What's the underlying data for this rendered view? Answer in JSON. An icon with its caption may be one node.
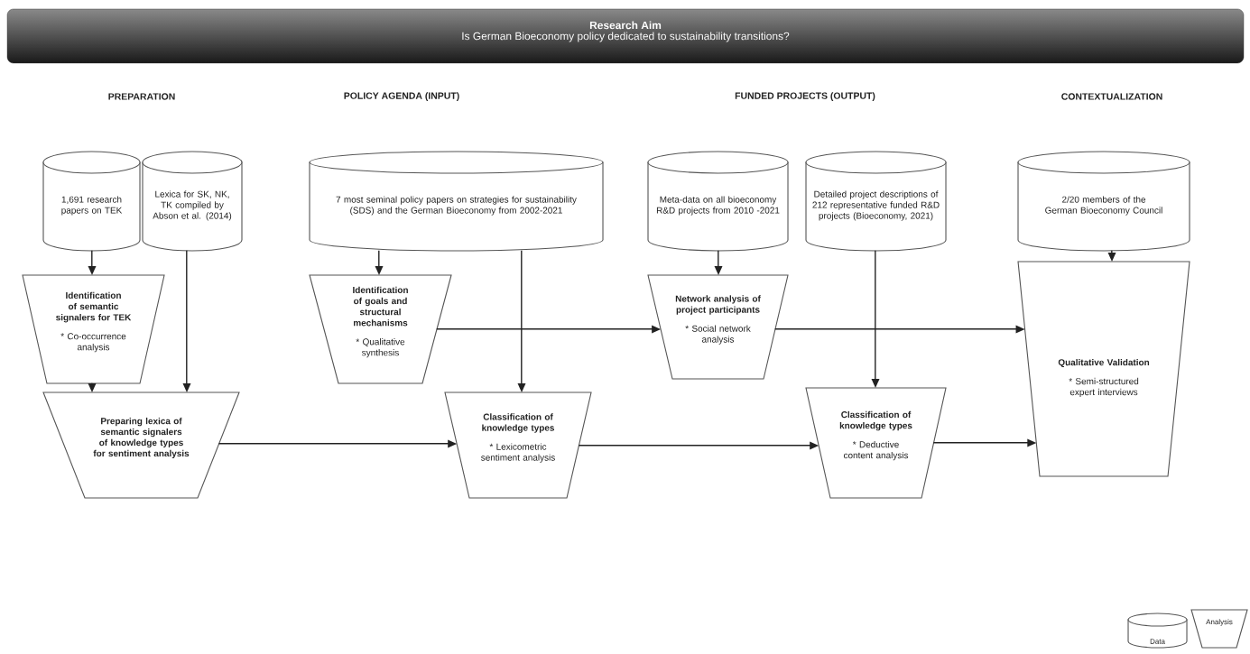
{
  "diagram": {
    "nodes": [
      {
        "text": [
          "Research Aim",
          "Is German Bioeconomy policy dedicated to sustainability transitions?"
        ]
      },
      {
        "text": [
          "1,691 research papers on TEK"
        ]
      },
      {
        "text": [
          "Lexica for SK, NK, TK compiled by Abson et al. (2014)"
        ]
      },
      {
        "text": [
          "7 most seminal policy papers on strategies for sustainability (SDS) and the German Bioeconomy from 2002-2021"
        ]
      },
      {
        "text": [
          "Meta-data on all bioeconomy R&D projects from 2010 -2021"
        ]
      },
      {
        "text": [
          "Detailed project descriptions of 212 representative funded R&D projects (Bioeconomy, 2021)"
        ]
      },
      {
        "text": [
          "2/20 members of the German Bioeconomy Council"
        ]
      },
      {
        "text": [
          "Identification of semantic signalers for TEK",
          "* Co-occurrence analysis"
        ]
      },
      {
        "text": [
          "Identification of goals and structural mechanisms",
          "* Qualitative synthesis"
        ]
      },
      {
        "text": [
          "Network analysis of project participants",
          "* Social network analysis"
        ]
      },
      {
        "text": [
          "Qualitative Validation",
          "* Semi-structured expert interviews"
        ]
      },
      {
        "text": [
          "Preparing lexica of semantic signalers of knowledge types for sentiment analysis"
        ]
      },
      {
        "text": [
          "Classification of knowledge types",
          "* Lexicometric sentiment analysis"
        ]
      },
      {
        "text": [
          "Classification of knowledge types",
          "* Deductive content analysis"
        ]
      }
    ],
    "edges": [
      {
        "from": 1,
        "to": 7,
        "arrow": "to"
      },
      {
        "from": 2,
        "to": 11,
        "arrow": "to"
      },
      {
        "from": 7,
        "to": 11,
        "arrow": "to"
      },
      {
        "from": 3,
        "to": 8,
        "arrow": "to"
      },
      {
        "from": 3,
        "to": 12,
        "arrow": "to"
      },
      {
        "from": 8,
        "to": 9,
        "arrow": "to"
      },
      {
        "from": 9,
        "to": 10,
        "arrow": "to"
      },
      {
        "from": 4,
        "to": 9,
        "arrow": "to"
      },
      {
        "from": 5,
        "to": 13,
        "arrow": "to"
      },
      {
        "from": 6,
        "to": 10,
        "arrow": "to"
      },
      {
        "from": 11,
        "to": 12,
        "arrow": "to"
      },
      {
        "from": 12,
        "to": 13,
        "arrow": "to"
      },
      {
        "from": 13,
        "to": 10,
        "arrow": "to"
      }
    ],
    "labels": [
      "PREPARATION",
      "POLICY AGENDA (INPUT)",
      "FUNDED PROJECTS (OUTPUT)",
      "CONTEXTUALIZATION"
    ],
    "legend": [
      {
        "text": "Data"
      },
      {
        "text": "Analysis"
      }
    ]
  }
}
